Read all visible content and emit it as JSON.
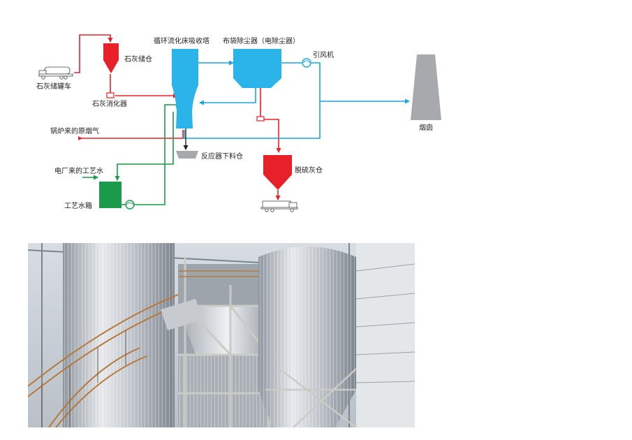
{
  "labels": {
    "cfb_absorber": "循环流化床吸收塔",
    "bag_filter": "布袋除尘器（电除尘器）",
    "lime_silo": "石灰储仓",
    "lime_truck": "石灰储罐车",
    "lime_slaker": "石灰消化器",
    "fan": "引风机",
    "chimney": "烟囱",
    "boiler_flue_gas": "锅炉来的原烟气",
    "reactor_discharge": "反应器下料仓",
    "desulf_ash_silo": "脱硫灰仓",
    "plant_process_water": "电厂来的工艺水",
    "process_water_tank": "工艺水箱"
  },
  "colors": {
    "lime_line": "#e8202a",
    "flue_line": "#1aa3e0",
    "water_line": "#1a9a4a",
    "absorber_fill": "#2ab4ea",
    "silo_fill": "#e8202a",
    "tank_fill": "#1a9a4a",
    "chimney_fill": "#a7a9ac"
  },
  "icons": {
    "truck": "truck-icon",
    "pump": "pump-icon",
    "arrow": "arrow-icon"
  }
}
